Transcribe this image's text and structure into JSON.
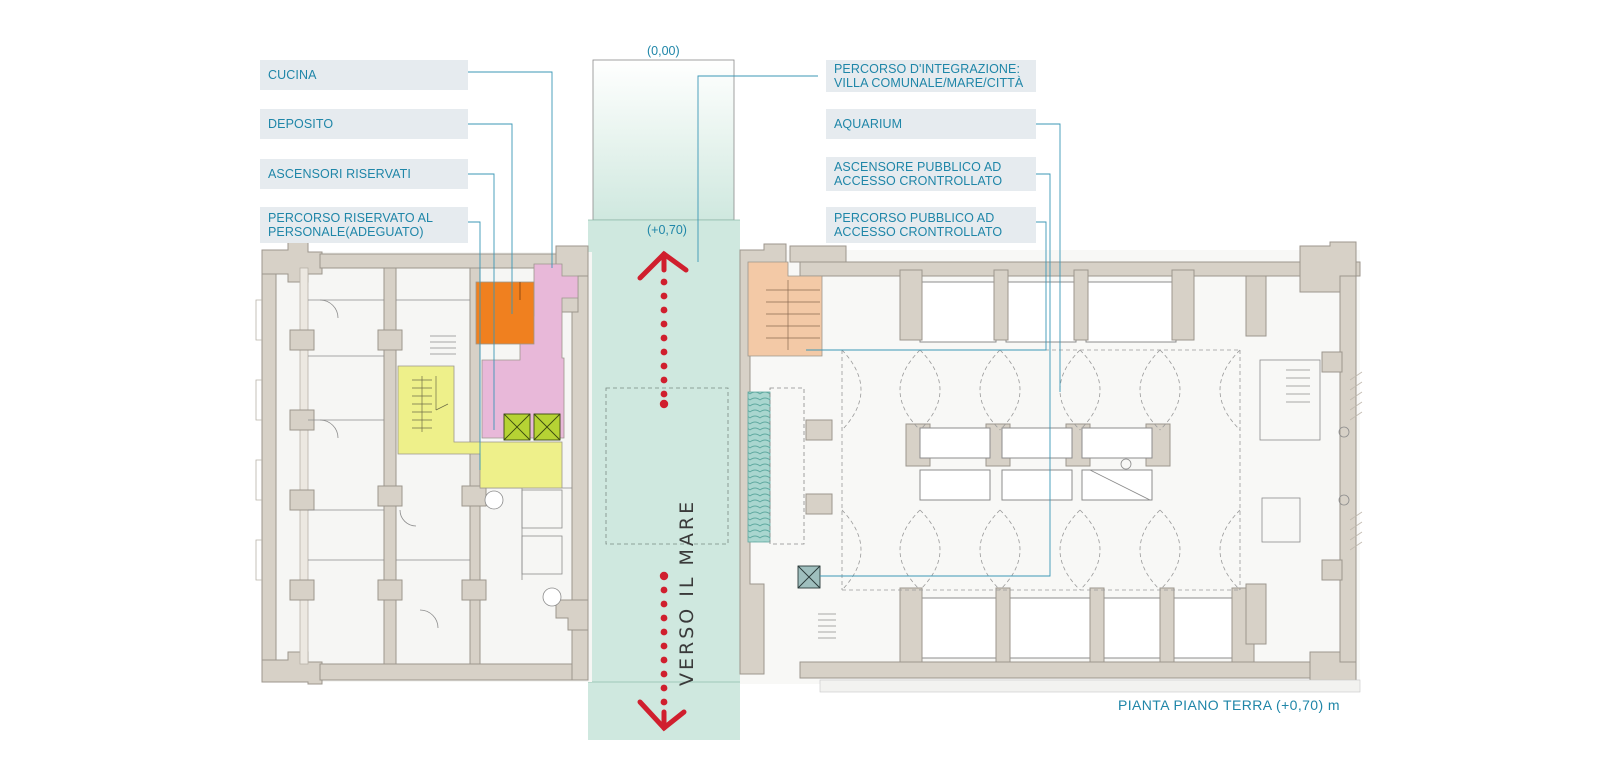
{
  "labels_left": [
    {
      "id": "cucina",
      "lines": [
        "CUCINA"
      ]
    },
    {
      "id": "deposito",
      "lines": [
        "DEPOSITO"
      ]
    },
    {
      "id": "ascensori-riservati",
      "lines": [
        "ASCENSORI RISERVATI"
      ]
    },
    {
      "id": "percorso-riservato",
      "lines": [
        "PERCORSO RISERVATO AL",
        "PERSONALE(ADEGUATO)"
      ]
    }
  ],
  "labels_right": [
    {
      "id": "percorso-integrazione",
      "lines": [
        "PERCORSO D'INTEGRAZIONE:",
        "VILLA COMUNALE/MARE/CITTÀ"
      ]
    },
    {
      "id": "aquarium",
      "lines": [
        "AQUARIUM"
      ]
    },
    {
      "id": "ascensore-pubblico",
      "lines": [
        "ASCENSORE PUBBLICO AD",
        "ACCESSO CRONTROLLATO"
      ]
    },
    {
      "id": "percorso-pubblico",
      "lines": [
        "PERCORSO PUBBLICO AD",
        "ACCESSO CRONTROLLATO"
      ]
    }
  ],
  "levels": {
    "top": "(0,00)",
    "mid": "(+0,70)"
  },
  "plan_title": "PIANTA PIANO TERRA (+0,70) m",
  "handwritten_note": "VERSO IL MARE",
  "colors": {
    "label_text": "#1f86a8",
    "label_bg": "#e6ebef",
    "wall": "#d7d1c7",
    "wall_stroke": "#9c968d",
    "corridor": "#cfe8df",
    "kitchen": "#f0801f",
    "deposit": "#e8b8d9",
    "service": "#eef08a",
    "elevator": "#b6d334",
    "aquarium": "#f3c9a6",
    "arrow": "#d01f2e"
  }
}
